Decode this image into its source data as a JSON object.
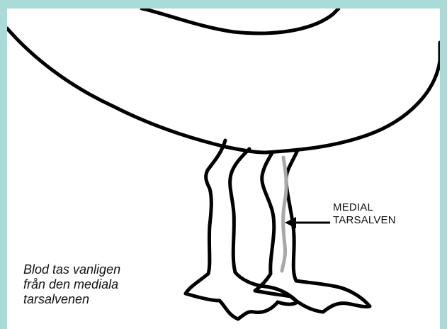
{
  "label": {
    "line1": "MEDIAL",
    "line2": "TARSALVEN"
  },
  "caption": {
    "line1": "Blod tas vanligen",
    "line2": "från den mediala",
    "line3": "tarsalvenen"
  },
  "colors": {
    "background": "#a9dcd8",
    "panel": "#ffffff",
    "outline": "#000000",
    "vein": "#a8a8a8"
  },
  "icons": {
    "pointer": "arrow-left-icon"
  }
}
